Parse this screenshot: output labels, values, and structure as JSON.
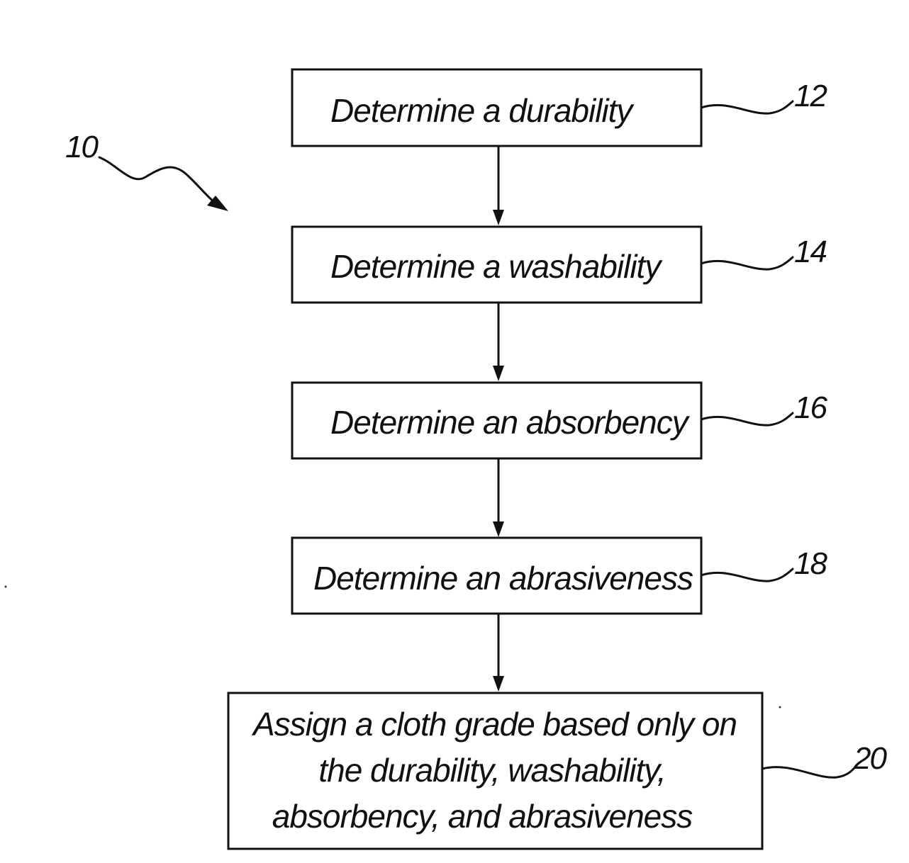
{
  "figure_ref": "10",
  "steps": [
    {
      "ref": "12",
      "text": "Determine a durability"
    },
    {
      "ref": "14",
      "text": "Determine a washability"
    },
    {
      "ref": "16",
      "text": "Determine an absorbency"
    },
    {
      "ref": "18",
      "text": "Determine an abrasiveness"
    },
    {
      "ref": "20",
      "lines": [
        "Assign a cloth grade based only on",
        "the durability, washability,",
        "absorbency, and abrasiveness"
      ]
    }
  ]
}
